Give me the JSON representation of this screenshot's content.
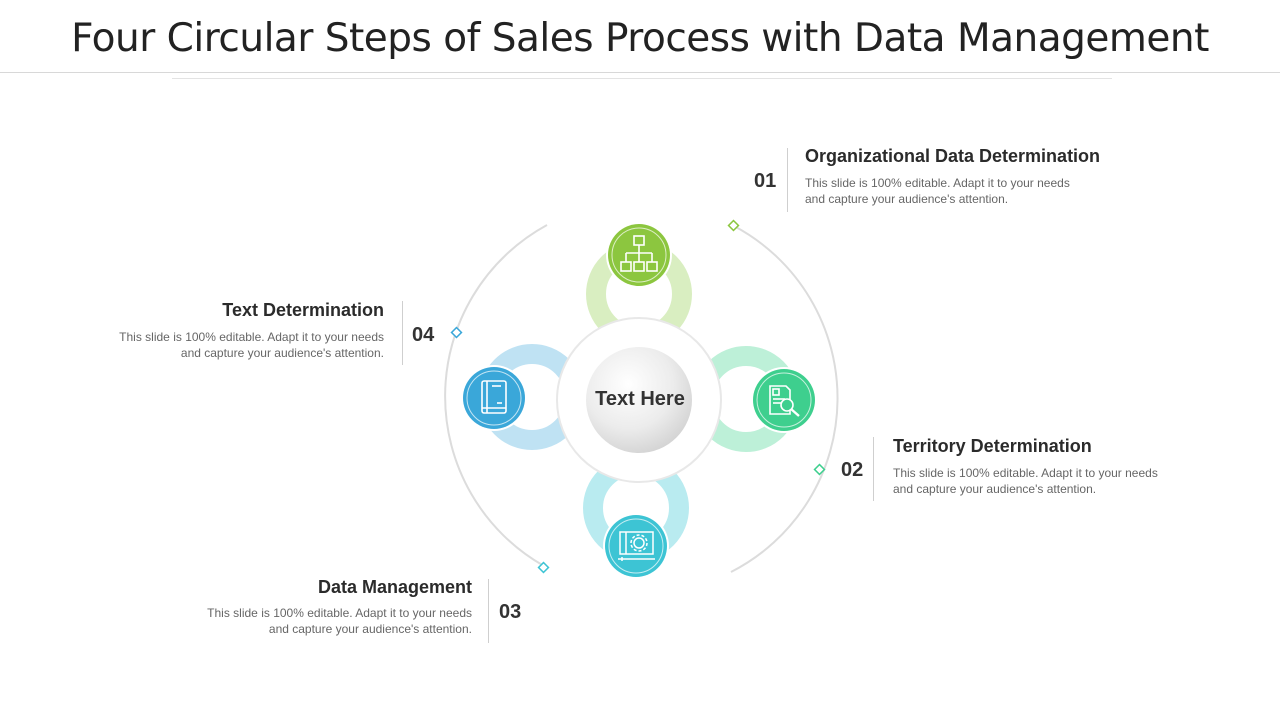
{
  "title": "Four Circular Steps of Sales Process with Data Management",
  "center": {
    "label": "Text Here"
  },
  "steps": [
    {
      "number": "01",
      "title": "Organizational Data Determination",
      "description": "This slide is 100% editable. Adapt it to your needs and capture your audience's attention.",
      "icon": "org-chart-icon",
      "color": "#8cc63f"
    },
    {
      "number": "02",
      "title": "Territory Determination",
      "description": "This slide is 100% editable. Adapt it to your needs and capture your audience's attention.",
      "icon": "document-search-icon",
      "color": "#3ecf8e"
    },
    {
      "number": "03",
      "title": "Data Management",
      "description": "This slide is 100% editable. Adapt it to your needs and capture your audience's attention.",
      "icon": "settings-folder-icon",
      "color": "#3dc4d4"
    },
    {
      "number": "04",
      "title": "Text Determination",
      "description": "This slide is 100% editable. Adapt it to your needs and capture your audience's attention.",
      "icon": "book-icon",
      "color": "#3aa7d9"
    }
  ]
}
